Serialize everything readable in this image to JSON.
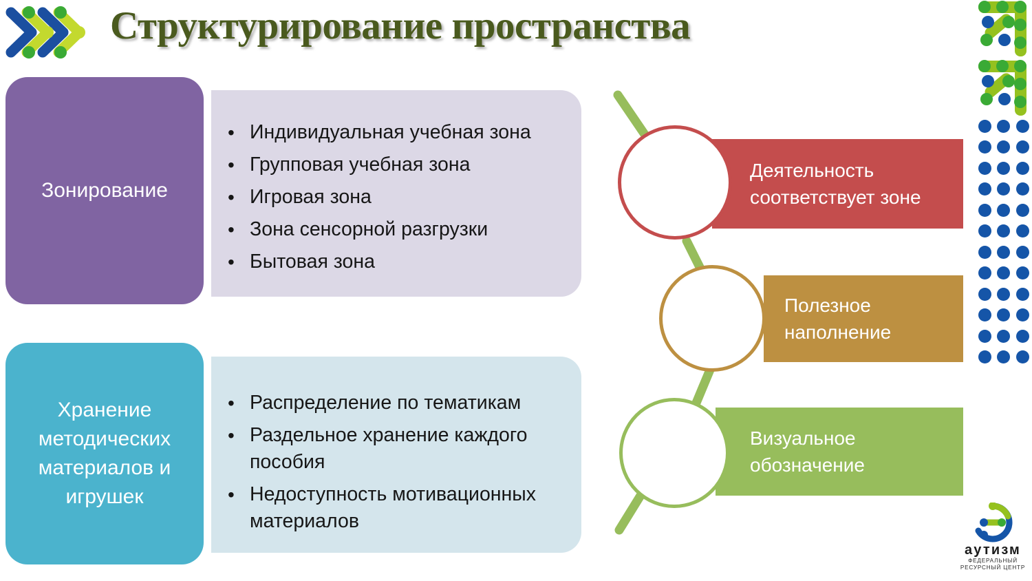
{
  "slide": {
    "title": "Структурирование пространства"
  },
  "zoning": {
    "card_label": "Зонирование",
    "card_color": "#8064a2",
    "panel_color": "#dcd8e6",
    "items": [
      "Индивидуальная учебная зона",
      "Групповая учебная зона",
      "Игровая зона",
      "Зона сенсорной разгрузки",
      "Бытовая зона"
    ]
  },
  "storage": {
    "card_label": "Хранение методических материалов и игрушек",
    "card_color": "#4bb3cd",
    "panel_color": "#d4e5ec",
    "items": [
      "Распределение по тематикам",
      "Раздельное хранение каждого пособия",
      "Недоступность мотивационных материалов"
    ]
  },
  "diagram": {
    "connector_color": "#97bd5c",
    "nodes": [
      {
        "label": "Деятельность соответствует зоне",
        "color": "#c44d4d"
      },
      {
        "label": "Полезное наполнение",
        "color": "#bd9041"
      },
      {
        "label": "Визуальное обозначение",
        "color": "#97bd5c"
      }
    ]
  },
  "decor": {
    "chevron_icon": "triple-chevron-icon",
    "dot_grid_icon": "blue-dot-grid-icon",
    "glyph_icon": "autism-a-glyph-icon",
    "dot_color": "#1555a8",
    "chevron_blue": "#1b4fa0",
    "chevron_green": "#3aaa35",
    "chevron_lime": "#c3d92e"
  },
  "brand": {
    "mark_icon": "autism-circle-mark-icon",
    "word": "аутизм",
    "sub_line1": "ФЕДЕРАЛЬНЫЙ",
    "sub_line2": "РЕСУРСНЫЙ ЦЕНТР"
  }
}
